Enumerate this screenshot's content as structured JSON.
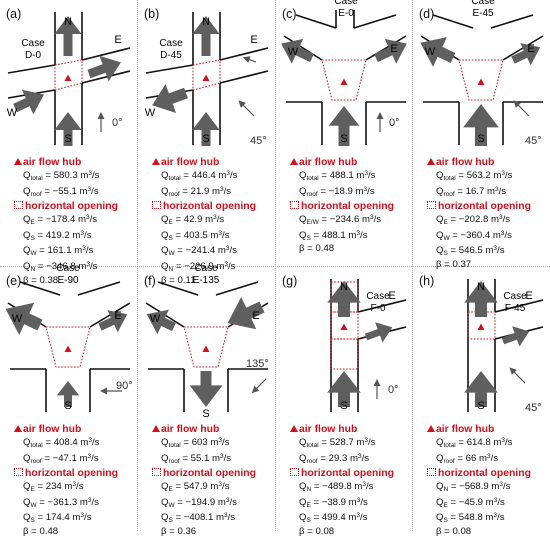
{
  "legend": {
    "hub": "air flow hub",
    "opening": "horizontal opening"
  },
  "panels": [
    {
      "letter": "(a)",
      "case": "Case",
      "case_id": "D-0",
      "angle": "0°",
      "lines": [
        "Q<sub>total</sub> = 580.3 m<sup>3</sup>/s",
        "Q<sub>roof</sub> = −55.1 m<sup>3</sup>/s"
      ],
      "flows": [
        "Q<sub>E</sub> = −178.4 m<sup>3</sup>/s",
        "Q<sub>S</sub> = 419.2 m<sup>3</sup>/s",
        "Q<sub>W</sub> = 161.1 m<sup>3</sup>/s",
        "Q<sub>N</sub> = −346.8 m<sup>3</sup>/s"
      ],
      "beta": "β = 0.38"
    },
    {
      "letter": "(b)",
      "case": "Case",
      "case_id": "D-45",
      "angle": "45°",
      "lines": [
        "Q<sub>total</sub> = 446.4 m<sup>3</sup>/s",
        "Q<sub>roof</sub> = 21.9 m<sup>3</sup>/s"
      ],
      "flows": [
        "Q<sub>E</sub> = 42.9 m<sup>3</sup>/s",
        "Q<sub>S</sub> = 403.5 m<sup>3</sup>/s",
        "Q<sub>W</sub> = −241.4 m<sup>3</sup>/s",
        "Q<sub>N</sub> = −226.9 m<sup>3</sup>/s"
      ],
      "beta": "β = 0.11"
    },
    {
      "letter": "(c)",
      "case": "Case",
      "case_id": "E-0",
      "angle": "0°",
      "lines": [
        "Q<sub>total</sub> = 488.1 m<sup>3</sup>/s",
        "Q<sub>roof</sub> = −18.9 m<sup>3</sup>/s"
      ],
      "flows": [
        "Q<sub>E/W</sub> = −234.6 m<sup>3</sup>/s",
        "Q<sub>S</sub> = 488.1 m<sup>3</sup>/s"
      ],
      "beta": "β = 0.48"
    },
    {
      "letter": "(d)",
      "case": "Case",
      "case_id": "E-45",
      "angle": "45°",
      "lines": [
        "Q<sub>total</sub> = 563.2 m<sup>3</sup>/s",
        "Q<sub>roof</sub> = 16.7 m<sup>3</sup>/s"
      ],
      "flows": [
        "Q<sub>E</sub> = −202.8 m<sup>3</sup>/s",
        "Q<sub>W</sub> = −360.4 m<sup>3</sup>/s",
        "Q<sub>S</sub> = 546.5 m<sup>3</sup>/s"
      ],
      "beta": "β = 0.37"
    },
    {
      "letter": "(e)",
      "case": "Case",
      "case_id": "E-90",
      "angle": "90°",
      "lines": [
        "Q<sub>total</sub> = 408.4 m<sup>3</sup>/s",
        "Q<sub>roof</sub> = −47.1 m<sup>3</sup>/s"
      ],
      "flows": [
        "Q<sub>E</sub> = 234 m<sup>3</sup>/s",
        "Q<sub>W</sub> = −361.3 m<sup>3</sup>/s",
        "Q<sub>S</sub> = 174.4 m<sup>3</sup>/s"
      ],
      "beta": "β = 0.48"
    },
    {
      "letter": "(f)",
      "case": "Case",
      "case_id": "E-135",
      "angle": "135°",
      "lines": [
        "Q<sub>total</sub> = 603 m<sup>3</sup>/s",
        "Q<sub>roof</sub> = 55.1 m<sup>3</sup>/s"
      ],
      "flows": [
        "Q<sub>E</sub> = 547.9 m<sup>3</sup>/s",
        "Q<sub>W</sub> = −194.9 m<sup>3</sup>/s",
        "Q<sub>S</sub> = −408.1 m<sup>3</sup>/s"
      ],
      "beta": "β = 0.36"
    },
    {
      "letter": "(g)",
      "case": "Case",
      "case_id": "F-0",
      "angle": "0°",
      "lines": [
        "Q<sub>total</sub> = 528.7 m<sup>3</sup>/s",
        "Q<sub>roof</sub> = 29.3 m<sup>3</sup>/s"
      ],
      "flows": [
        "Q<sub>N</sub> = −489.8 m<sup>3</sup>/s",
        "Q<sub>E</sub> = −38.9 m<sup>3</sup>/s",
        "Q<sub>S</sub> = 499.4 m<sup>3</sup>/s"
      ],
      "beta": "β = 0.08"
    },
    {
      "letter": "(h)",
      "case": "Case",
      "case_id": "F-45",
      "angle": "45°",
      "lines": [
        "Q<sub>total</sub> = 614.8 m<sup>3</sup>/s",
        "Q<sub>roof</sub> = 66 m<sup>3</sup>/s"
      ],
      "flows": [
        "Q<sub>N</sub> = −568.9 m<sup>3</sup>/s",
        "Q<sub>E</sub> = −45.9 m<sup>3</sup>/s",
        "Q<sub>S</sub> = 548.8 m<sup>3</sup>/s"
      ],
      "beta": "β = 0.08"
    }
  ],
  "colors": {
    "arrow": "#5f5f5f",
    "hub": "#d0101b",
    "opening": "#d0101b"
  }
}
